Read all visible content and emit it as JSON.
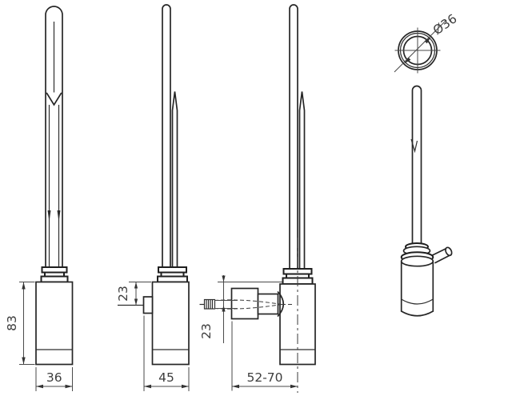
{
  "drawing": {
    "background": "#ffffff",
    "line_color": "#262626",
    "dimension_color": "#4a4a4a",
    "text_color": "#3d3d3d",
    "dims": {
      "front_height": "83",
      "front_width": "36",
      "side_gland_offset": "23",
      "side_depth": "45",
      "elbow_cable_offset": "23",
      "elbow_adjustable_depth": "52-70",
      "tube_diameter": "Ø36"
    }
  }
}
